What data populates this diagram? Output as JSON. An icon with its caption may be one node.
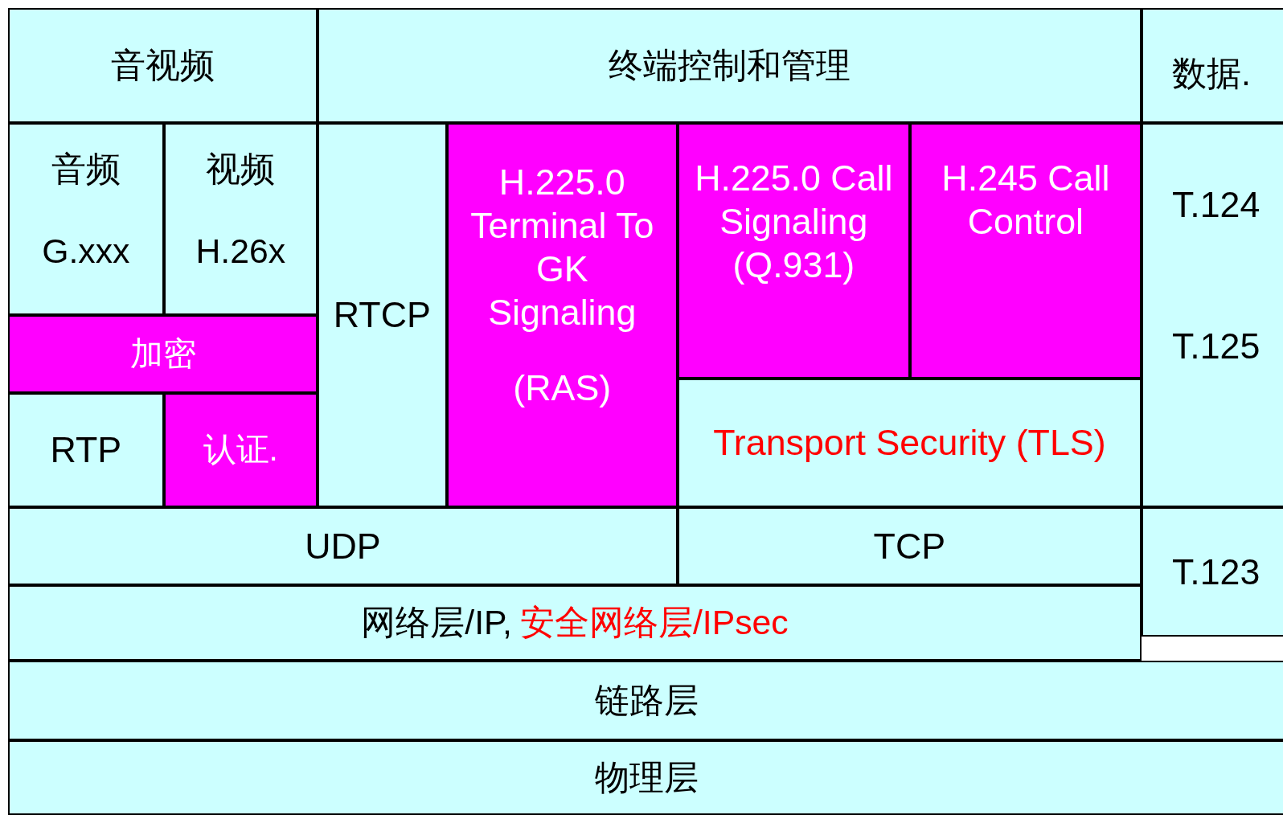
{
  "diagram": {
    "nodes": [
      {
        "text": [
          "音视频"
        ]
      },
      {
        "text": [
          "终端控制和管理"
        ]
      },
      {
        "text": [
          "数据."
        ]
      },
      {
        "text": [
          "音频",
          "G.xxx"
        ]
      },
      {
        "text": [
          "视频",
          "H.26x"
        ]
      },
      {
        "text": [
          "RTCP"
        ]
      },
      {
        "text": [
          "H.225.0 Terminal To GK Signaling",
          "(RAS)"
        ]
      },
      {
        "text": [
          "H.225.0 Call Signaling (Q.931)"
        ]
      },
      {
        "text": [
          "H.245 Call Control"
        ]
      },
      {
        "text": [
          "T.124",
          "T.125"
        ]
      },
      {
        "text": [
          "加密"
        ]
      },
      {
        "text": [
          "Transport Security (TLS)"
        ]
      },
      {
        "text": [
          "RTP"
        ]
      },
      {
        "text": [
          "认证."
        ]
      },
      {
        "text": [
          "UDP"
        ]
      },
      {
        "text": [
          "TCP"
        ]
      },
      {
        "text": [
          "T.123"
        ]
      },
      {
        "text": [
          "网络层/IP,",
          "安全网络层/IPsec"
        ]
      },
      {
        "text": [
          "链路层"
        ]
      },
      {
        "text": [
          "物理层"
        ]
      }
    ]
  }
}
